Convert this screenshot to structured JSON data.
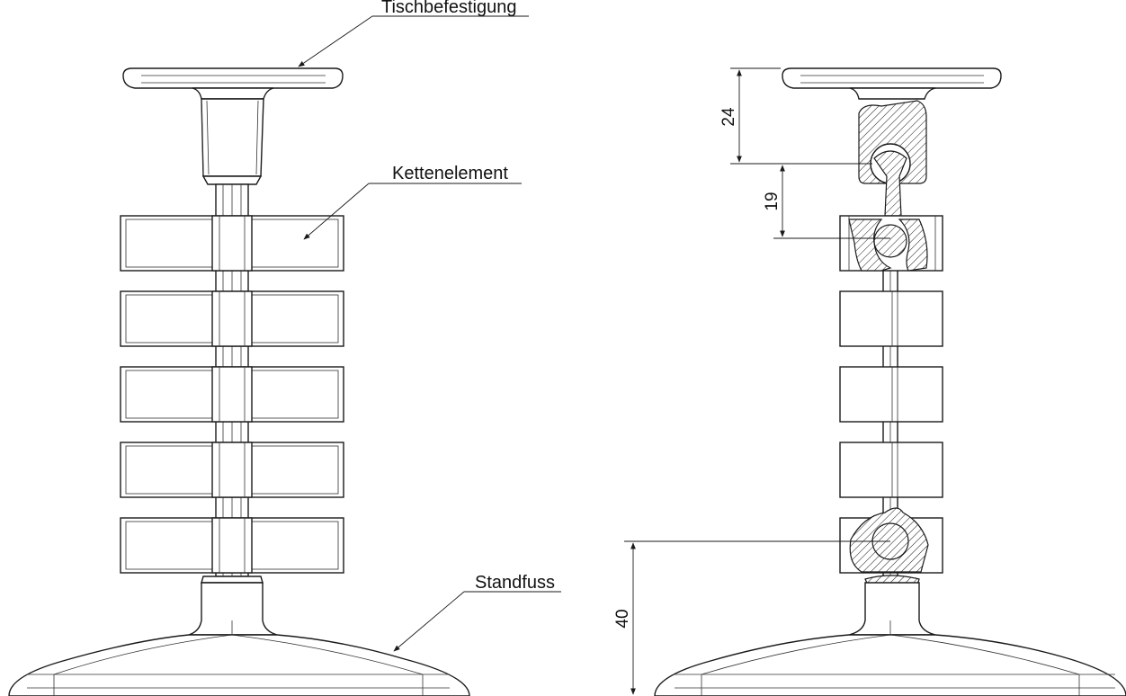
{
  "labels": {
    "top_mount": "Tischbefestigung",
    "chain_element": "Kettenelement",
    "stand_foot": "Standfuss"
  },
  "dimensions": {
    "top_height": "24",
    "joint_spacing": "19",
    "bottom_height": "40"
  },
  "style": {
    "line_color": "#1a1a1a",
    "background": "#ffffff"
  }
}
